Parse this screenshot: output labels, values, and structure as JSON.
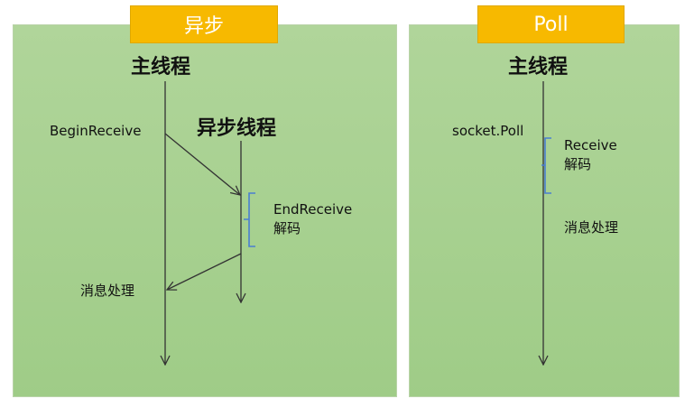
{
  "panels": {
    "async": {
      "title": "异步",
      "main_thread_label": "主线程",
      "async_thread_label": "异步线程",
      "begin_receive": "BeginReceive",
      "end_receive": "EndReceive",
      "decode": "解码",
      "message_handling": "消息处理"
    },
    "poll": {
      "title": "Poll",
      "main_thread_label": "主线程",
      "socket_poll": "socket.Poll",
      "receive": "Receive",
      "decode": "解码",
      "message_handling": "消息处理"
    }
  },
  "colors": {
    "panel_fill": "#a8d18f",
    "title_fill": "#f7b900",
    "bracket": "#4a7fd1",
    "arrow": "#333333"
  }
}
